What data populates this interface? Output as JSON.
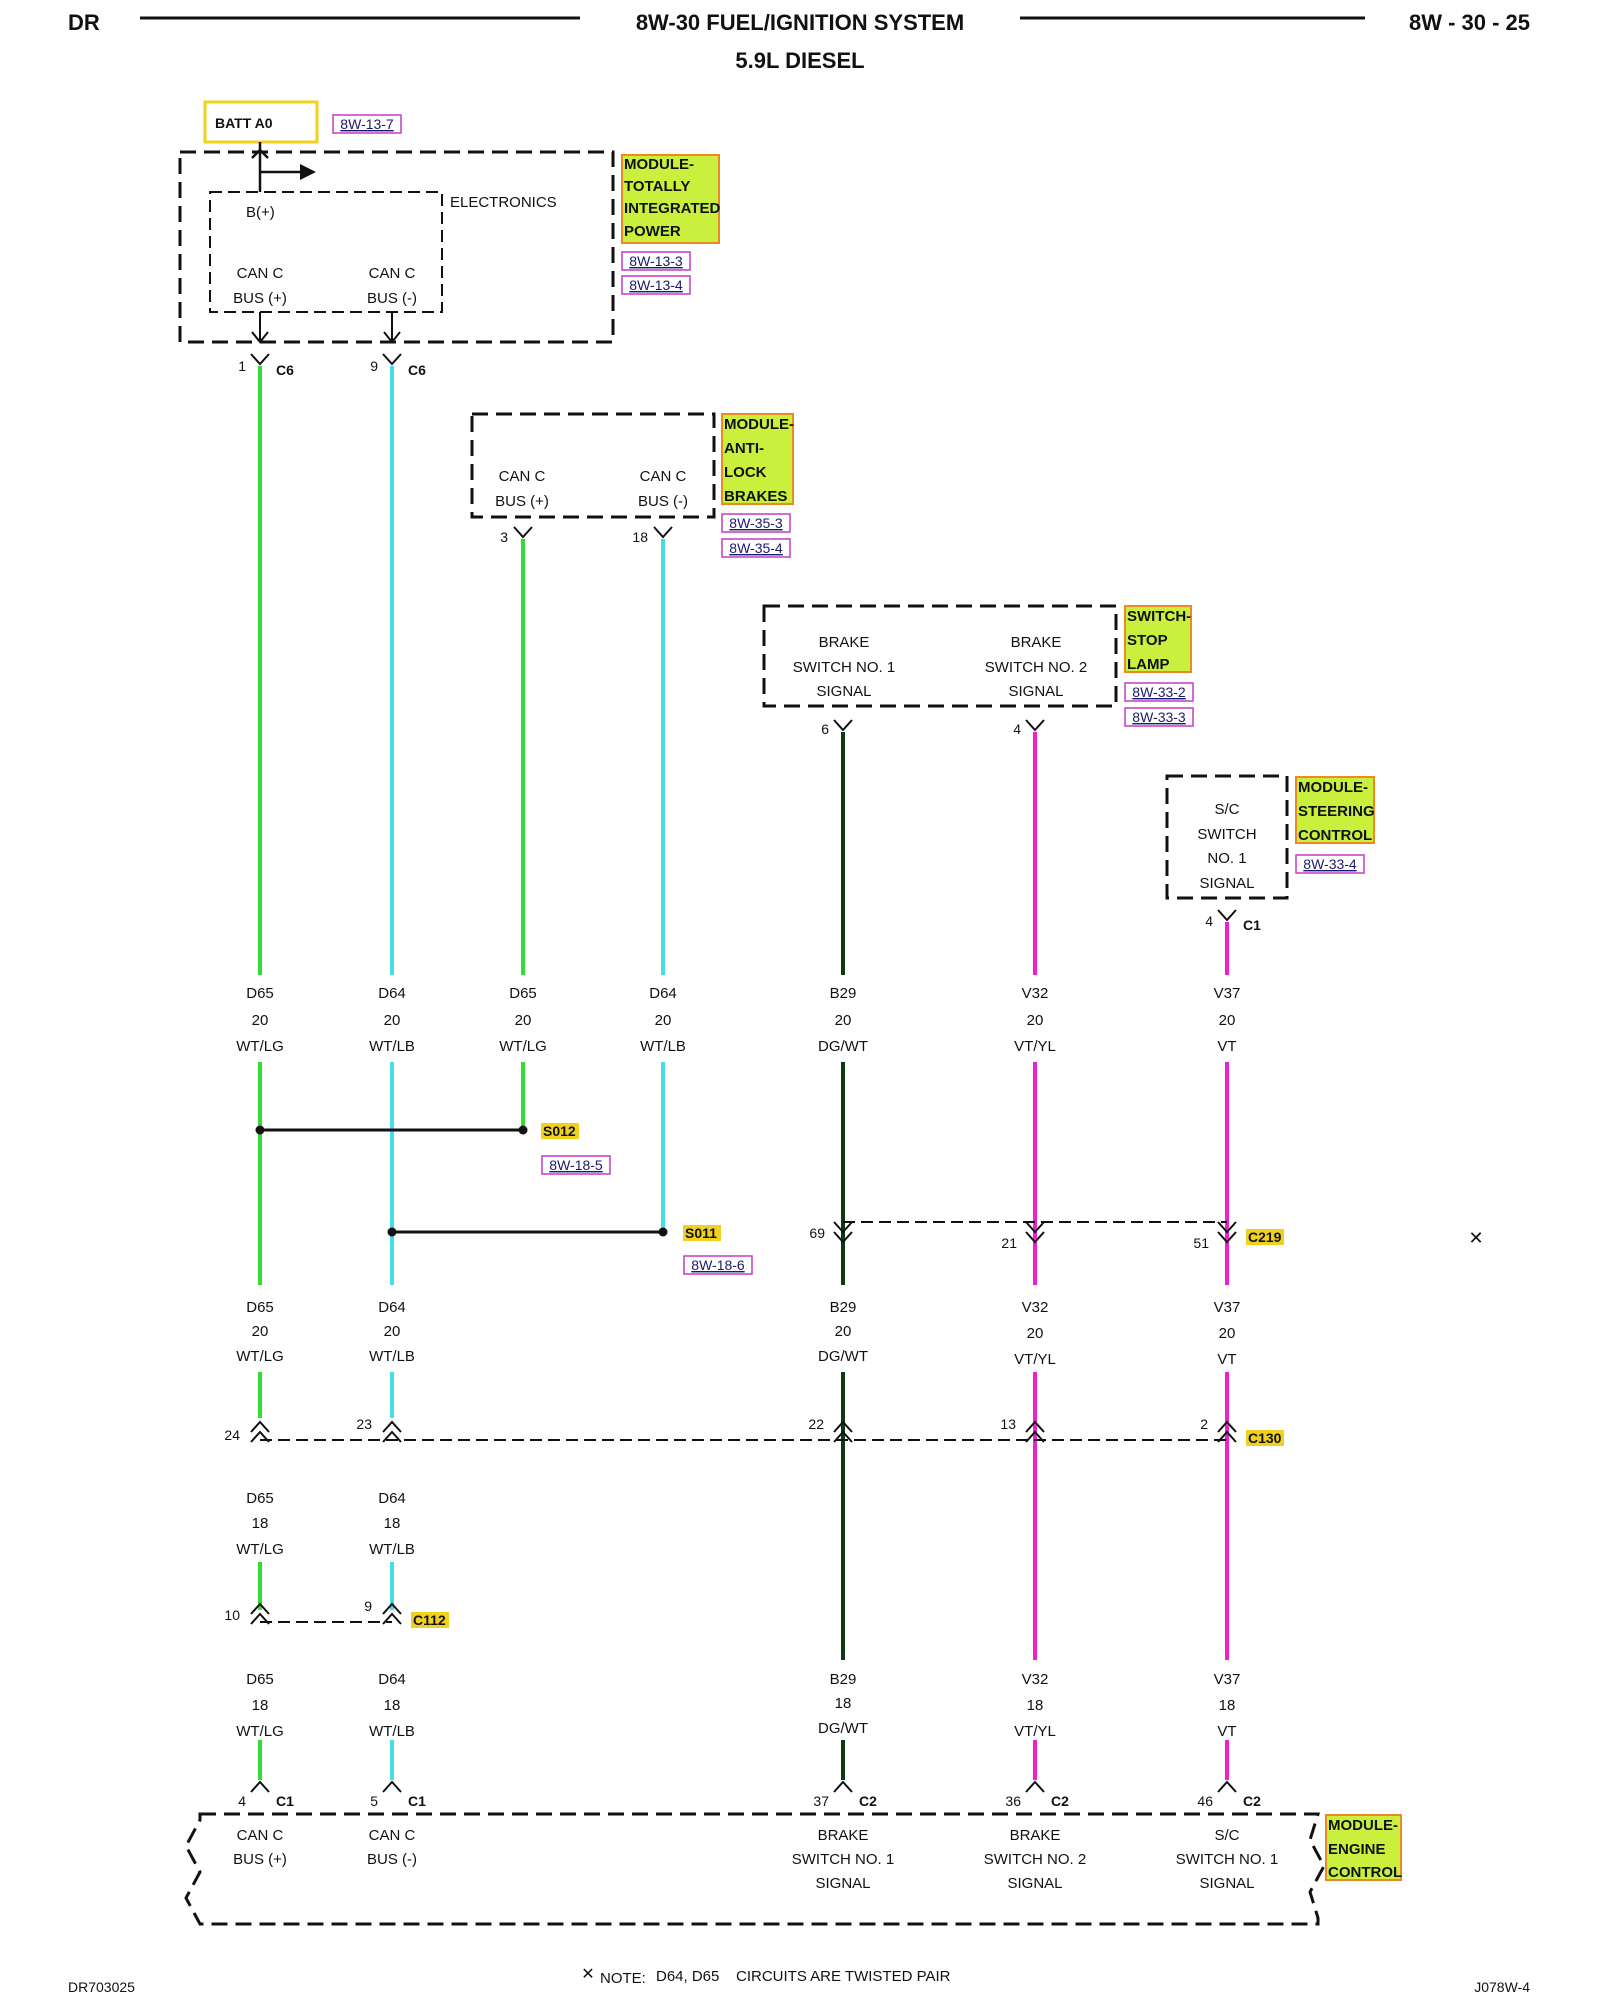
{
  "header": {
    "left": "DR",
    "title": "8W-30 FUEL/IGNITION SYSTEM",
    "subtitle": "5.9L DIESEL",
    "right": "8W - 30 - 25"
  },
  "footer": {
    "left": "DR703025",
    "note_prefix": "NOTE:",
    "note_circuits": "D64, D65",
    "note_text": "CIRCUITS ARE TWISTED PAIR",
    "right": "J078W-4"
  },
  "colors": {
    "wt_lg": "#33dd33",
    "wt_lb": "#44dde8",
    "dg_wt": "#0d3a12",
    "vt_yl": "#ee22cc",
    "vt": "#ee22cc",
    "label_fill": "#c8f03c",
    "label_border": "#ee8822",
    "ref_border": "#c43cc4",
    "batt_border": "#f0d21e"
  },
  "batt": {
    "label": "BATT A0",
    "ref": "8W-13-7"
  },
  "tipm": {
    "name_lines": [
      "MODULE-",
      "TOTALLY",
      "INTEGRATED",
      "POWER"
    ],
    "refs": [
      "8W-13-3",
      "8W-13-4"
    ],
    "electronics": "ELECTRONICS",
    "bplus": "B(+)",
    "pin1": {
      "l1": "CAN C",
      "l2": "BUS (+)",
      "num": "1",
      "conn": "C6"
    },
    "pin2": {
      "l1": "CAN C",
      "l2": "BUS (-)",
      "num": "9",
      "conn": "C6"
    }
  },
  "abs": {
    "name_lines": [
      "MODULE-",
      "ANTI-",
      "LOCK",
      "BRAKES"
    ],
    "refs": [
      "8W-35-3",
      "8W-35-4"
    ],
    "pin1": {
      "l1": "CAN C",
      "l2": "BUS (+)",
      "num": "3"
    },
    "pin2": {
      "l1": "CAN C",
      "l2": "BUS (-)",
      "num": "18"
    }
  },
  "stoplamp": {
    "name_lines": [
      "SWITCH-",
      "STOP",
      "LAMP"
    ],
    "refs": [
      "8W-33-2",
      "8W-33-3"
    ],
    "pin1": {
      "l1": "BRAKE",
      "l2": "SWITCH NO. 1",
      "l3": "SIGNAL",
      "num": "6"
    },
    "pin2": {
      "l1": "BRAKE",
      "l2": "SWITCH NO. 2",
      "l3": "SIGNAL",
      "num": "4"
    }
  },
  "steering": {
    "name_lines": [
      "MODULE-",
      "STEERING",
      "CONTROL"
    ],
    "ref": "8W-33-4",
    "lines": [
      "S/C",
      "SWITCH",
      "NO. 1",
      "SIGNAL"
    ],
    "num": "4",
    "conn": "C1"
  },
  "wire_labels_top": [
    {
      "c": "D65",
      "g": "20",
      "col": "WT/LG"
    },
    {
      "c": "D64",
      "g": "20",
      "col": "WT/LB"
    },
    {
      "c": "D65",
      "g": "20",
      "col": "WT/LG"
    },
    {
      "c": "D64",
      "g": "20",
      "col": "WT/LB"
    },
    {
      "c": "B29",
      "g": "20",
      "col": "DG/WT"
    },
    {
      "c": "V32",
      "g": "20",
      "col": "VT/YL"
    },
    {
      "c": "V37",
      "g": "20",
      "col": "VT"
    }
  ],
  "splices": [
    {
      "name": "S012",
      "ref": "8W-18-5"
    },
    {
      "name": "S011",
      "ref": "8W-18-6"
    }
  ],
  "c219": {
    "name": "C219",
    "pins": [
      "69",
      "21",
      "51"
    ]
  },
  "wire_labels_mid": [
    {
      "c": "D65",
      "g": "20",
      "col": "WT/LG"
    },
    {
      "c": "D64",
      "g": "20",
      "col": "WT/LB"
    },
    {
      "c": "B29",
      "g": "20",
      "col": "DG/WT"
    },
    {
      "c": "V32",
      "g": "20",
      "col": "VT/YL"
    },
    {
      "c": "V37",
      "g": "20",
      "col": "VT"
    }
  ],
  "c130": {
    "name": "C130",
    "pins": [
      "24",
      "23",
      "22",
      "13",
      "2"
    ]
  },
  "wire_labels_low": [
    {
      "c": "D65",
      "g": "18",
      "col": "WT/LG"
    },
    {
      "c": "D64",
      "g": "18",
      "col": "WT/LB"
    }
  ],
  "c112": {
    "name": "C112",
    "pins": [
      "10",
      "9"
    ]
  },
  "wire_labels_bottom": [
    {
      "c": "D65",
      "g": "18",
      "col": "WT/LG"
    },
    {
      "c": "D64",
      "g": "18",
      "col": "WT/LB"
    },
    {
      "c": "B29",
      "g": "18",
      "col": "DG/WT"
    },
    {
      "c": "V32",
      "g": "18",
      "col": "VT/YL"
    },
    {
      "c": "V37",
      "g": "18",
      "col": "VT"
    }
  ],
  "ecm": {
    "name_lines": [
      "MODULE-",
      "ENGINE",
      "CONTROL"
    ],
    "pins": [
      {
        "num": "4",
        "conn": "C1",
        "l1": "CAN C",
        "l2": "BUS (+)",
        "l3": ""
      },
      {
        "num": "5",
        "conn": "C1",
        "l1": "CAN C",
        "l2": "BUS (-)",
        "l3": ""
      },
      {
        "num": "37",
        "conn": "C2",
        "l1": "BRAKE",
        "l2": "SWITCH NO. 1",
        "l3": "SIGNAL"
      },
      {
        "num": "36",
        "conn": "C2",
        "l1": "BRAKE",
        "l2": "SWITCH NO. 2",
        "l3": "SIGNAL"
      },
      {
        "num": "46",
        "conn": "C2",
        "l1": "S/C",
        "l2": "SWITCH NO. 1",
        "l3": "SIGNAL"
      }
    ]
  }
}
